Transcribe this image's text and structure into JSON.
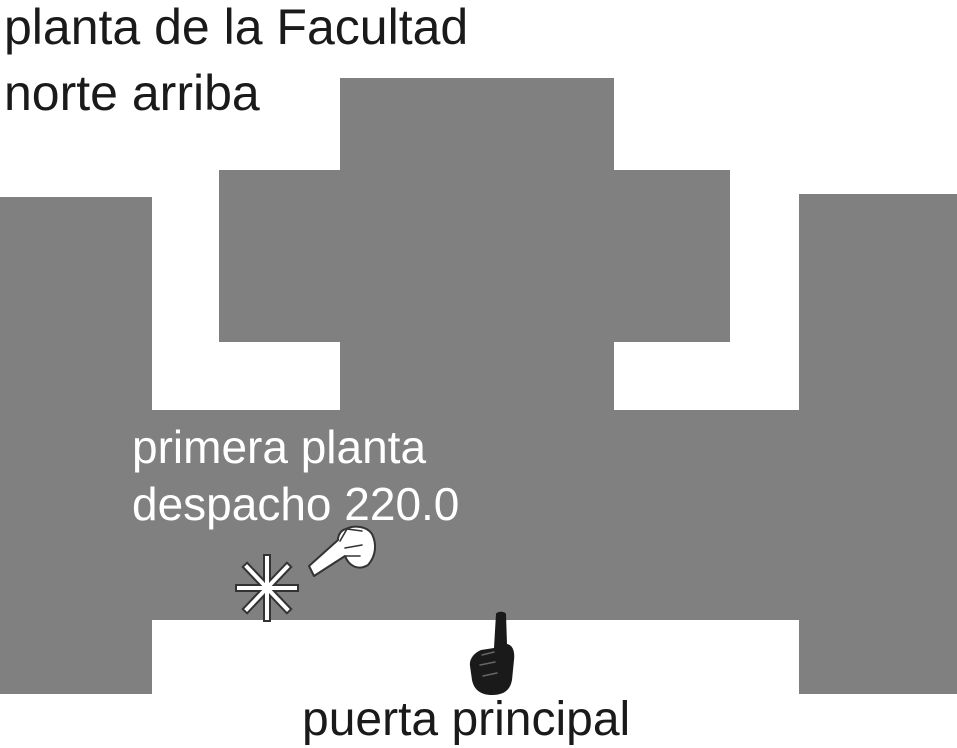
{
  "title": {
    "line1": "planta de la Facultad",
    "line2": "norte arriba"
  },
  "office": {
    "floor": "primera planta",
    "room": "despacho 220.0"
  },
  "entrance": {
    "label": "puerta principal"
  },
  "icons": {
    "office_marker": "asterisk-icon",
    "office_pointer": "pointing-hand-left-icon",
    "entrance_pointer": "pointing-hand-up-icon"
  },
  "colors": {
    "building": "#808080",
    "background": "#ffffff",
    "text_dark": "#1a1a1a",
    "text_light": "#ffffff",
    "entrance_hand": "#1a1a1a"
  }
}
